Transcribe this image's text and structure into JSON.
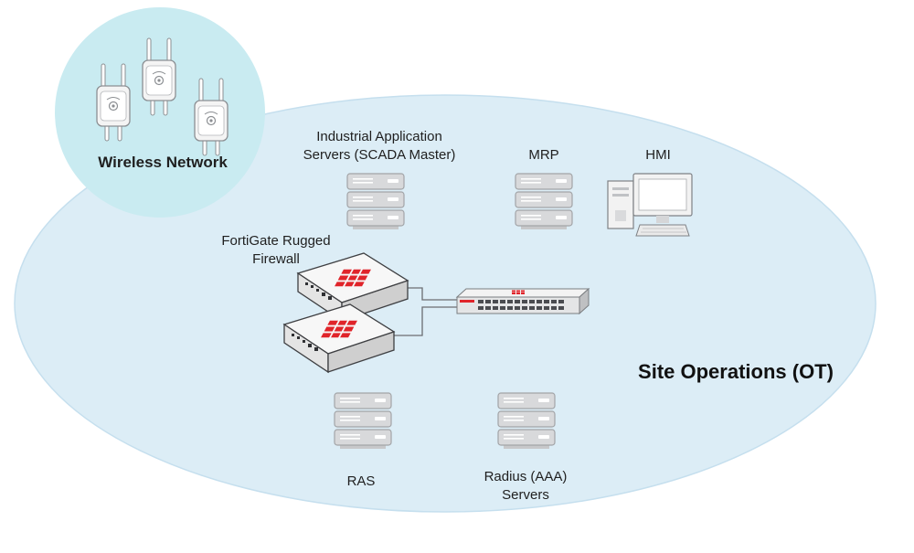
{
  "zones": {
    "wireless": {
      "label": "Wireless Network"
    },
    "site": {
      "label": "Site Operations (OT)"
    }
  },
  "nodes": {
    "industrial": {
      "label": "Industrial Application\nServers (SCADA Master)"
    },
    "mrp": {
      "label": "MRP"
    },
    "hmi": {
      "label": "HMI"
    },
    "fortigate": {
      "label": "FortiGate Rugged\nFirewall"
    },
    "ras": {
      "label": "RAS"
    },
    "radius": {
      "label": "Radius (AAA)\nServers"
    }
  },
  "colors": {
    "zone_fill": "#dcedf6",
    "wireless_fill": "#c9ebf1",
    "server_gray": "#d6d7d9",
    "server_stroke": "#a4a6a9",
    "fortinet_red": "#e0242a",
    "link_line": "#6b6e72"
  }
}
